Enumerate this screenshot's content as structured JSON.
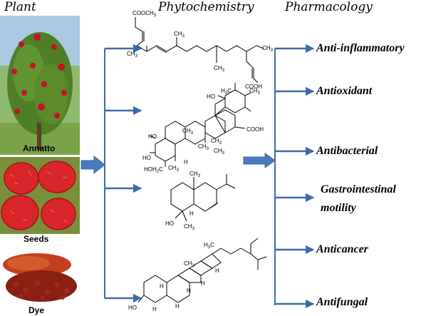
{
  "headers": {
    "plant": "Plant",
    "phytochemistry": "Phytochemistry",
    "pharmacology": "Pharmacology"
  },
  "plants": [
    {
      "label": "Annatto",
      "image": "annatto-tree"
    },
    {
      "label": "Seeds",
      "image": "annatto-seed-pods"
    },
    {
      "label": "Dye",
      "image": "annatto-dye-powder"
    }
  ],
  "compounds": [
    {
      "structure": "carotenoid-bixin",
      "labels": [
        "COOCH",
        "3",
        "CH",
        "3",
        "CH",
        "3",
        "CH",
        "3",
        "CH",
        "3",
        "COOH"
      ]
    },
    {
      "structure": "triterpenoid-acid",
      "labels": [
        "H",
        "3",
        "C",
        "CH",
        "3",
        "HO",
        "COOH",
        "CH",
        "3",
        "HO",
        "CH",
        "3",
        "CH",
        "3",
        "HO",
        "HOH",
        "2",
        "C",
        "CH",
        "3",
        "H",
        "CH",
        "3"
      ]
    },
    {
      "structure": "sesquiterpene",
      "labels": [
        "CH",
        "3",
        "H",
        "HO",
        "CH",
        "3"
      ]
    },
    {
      "structure": "sterol",
      "labels": [
        "H",
        "3",
        "C",
        "H",
        "CH",
        "3",
        "H",
        "H",
        "H",
        "H",
        "H",
        "HO"
      ]
    }
  ],
  "activities": [
    {
      "label": "Anti-inflammatory"
    },
    {
      "label": "Antioxidant"
    },
    {
      "label": "Antibacterial"
    },
    {
      "label": "Gastrointestinal",
      "label_line2": "motility"
    },
    {
      "label": "Anticancer"
    },
    {
      "label": "Antifungal"
    }
  ],
  "colors": {
    "arrow": "#3f6aa8",
    "arrow_fill": "#4a79bd",
    "tree_green": "#5a8a2a",
    "flower_red": "#c8102e",
    "pod_red": "#d8262a",
    "dye": "#b5321a"
  }
}
